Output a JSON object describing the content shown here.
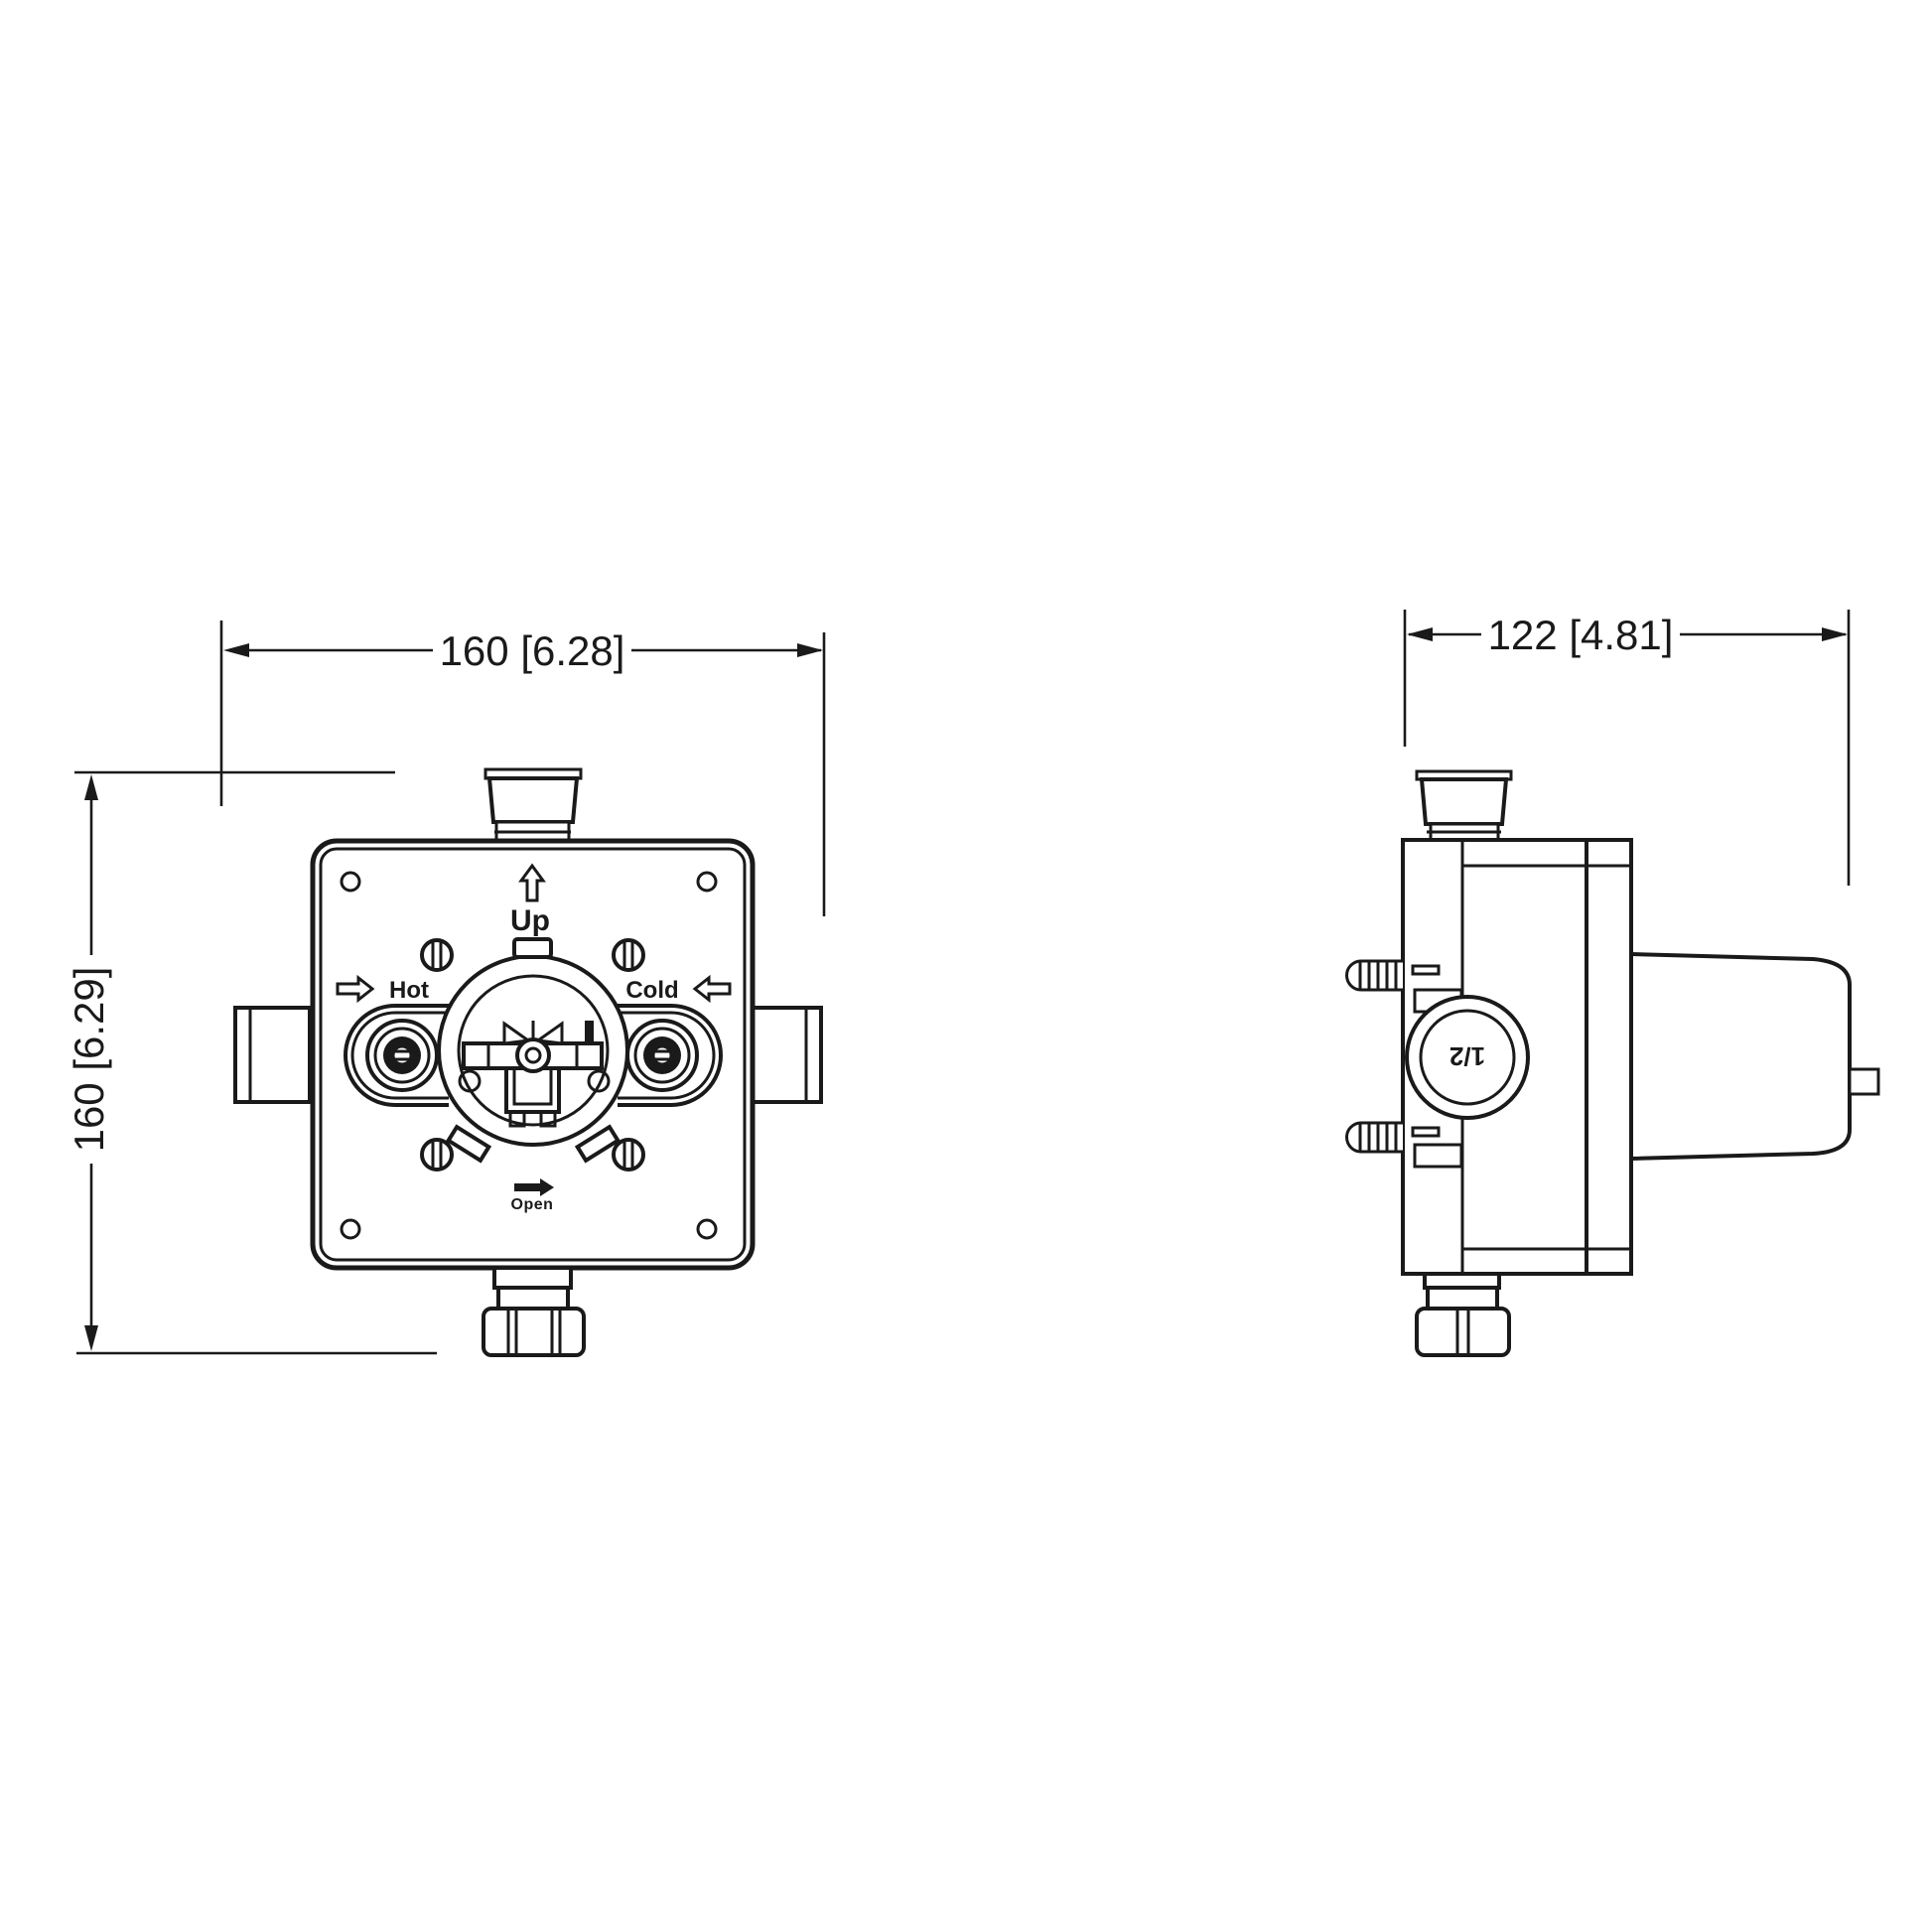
{
  "drawing_type": "valve rough-in technical drawing",
  "front_view": {
    "width_dim": "160 [6.28]",
    "height_dim": "160 [6.29]",
    "up_label": "Up",
    "hot_label": "Hot",
    "cold_label": "Cold",
    "open_label": "Open"
  },
  "side_view": {
    "depth_dim": "122 [4.81]",
    "connection_size": "1/2"
  },
  "colors": {
    "line": "#1a1a1a",
    "background": "#ffffff"
  }
}
